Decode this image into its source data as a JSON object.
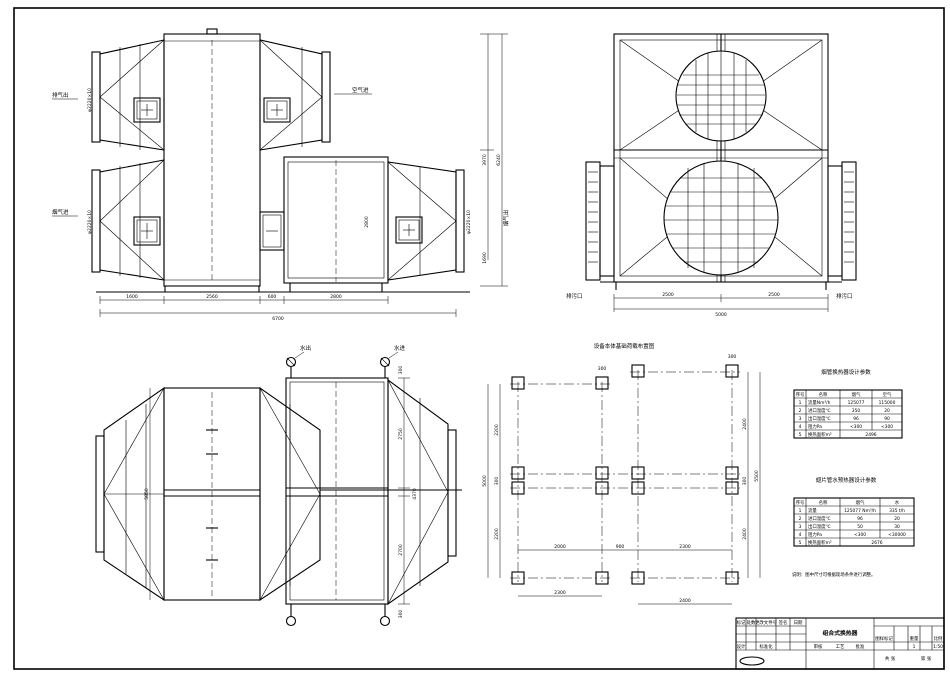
{
  "labels": {
    "exhaust_out": "排气出",
    "fresh_air_in": "空气进",
    "flue_gas_in": "烟气进",
    "flue_gas_out_right": "烟气出",
    "water_out": "水出",
    "water_in": "水进",
    "drain_left": "排污口",
    "drain_right": "排污口",
    "foundation_title": "设备本体基础荷载布置图",
    "note": "说明：图中尺寸可根据现场条件进行调整。"
  },
  "front_view_dims": {
    "bottom": [
      "1600",
      "2560",
      "600",
      "2800"
    ],
    "overall": "6700",
    "height_overall": "6240",
    "height_upper": "3970",
    "height_lower": "1690",
    "inner": "2800",
    "port_1": "φ2220×10",
    "port_2": "φ2220×10",
    "port_3": "φ2220×10"
  },
  "side_view_dims": {
    "bottom": [
      "2500",
      "2500"
    ],
    "overall": "5000"
  },
  "plan_view_dims": {
    "overall_height": "5850",
    "right_stack": [
      "2750",
      "4370",
      "2700"
    ],
    "top_small": "300",
    "bottom_small": "300"
  },
  "foundation_dims": {
    "top_small": [
      "300",
      "300"
    ],
    "left_stack": [
      "2200",
      "300",
      "2200"
    ],
    "left_total": "5000",
    "right_stack": [
      "2400",
      "300",
      "2400"
    ],
    "right_total": "5500",
    "middle_span": [
      "2000",
      "900",
      "2300"
    ],
    "bottom": [
      "2300",
      "2400"
    ]
  },
  "table1": {
    "title": "烟管换热器设计参数",
    "headers": [
      "序号",
      "名称",
      "烟气",
      "空气"
    ],
    "rows": [
      [
        "1",
        "流量Nm³/h",
        "125077",
        "115000"
      ],
      [
        "2",
        "进口温度℃",
        "350",
        "20"
      ],
      [
        "3",
        "出口温度℃",
        "96",
        "90"
      ],
      [
        "4",
        "阻力Pa",
        "<300",
        "<300"
      ],
      [
        "5",
        "换热面积m²",
        "2496",
        ""
      ]
    ]
  },
  "table2": {
    "title": "翅片管水预热器设计参数",
    "headers": [
      "序号",
      "名称",
      "烟气",
      "水"
    ],
    "rows": [
      [
        "1",
        "流量",
        "125077 Nm³/h",
        "335 t/h"
      ],
      [
        "2",
        "进口温度℃",
        "96",
        "20"
      ],
      [
        "3",
        "出口温度℃",
        "50",
        "30"
      ],
      [
        "4",
        "阻力Pa",
        "<300",
        "<30000"
      ],
      [
        "5",
        "换热面积m²",
        "2676",
        ""
      ]
    ]
  },
  "title_block": {
    "drawing_name": "组合式换热器",
    "small_cells": [
      "标记",
      "处数",
      "更改文件号",
      "签名",
      "日期",
      "设计",
      "审核",
      "工艺",
      "批准",
      "标准化"
    ],
    "right_cells": [
      "图样标记",
      "重量",
      "比例",
      "共 张",
      "第 张",
      "1",
      "1:50"
    ]
  },
  "colors": {
    "ink": "#000000",
    "paper": "#ffffff"
  }
}
